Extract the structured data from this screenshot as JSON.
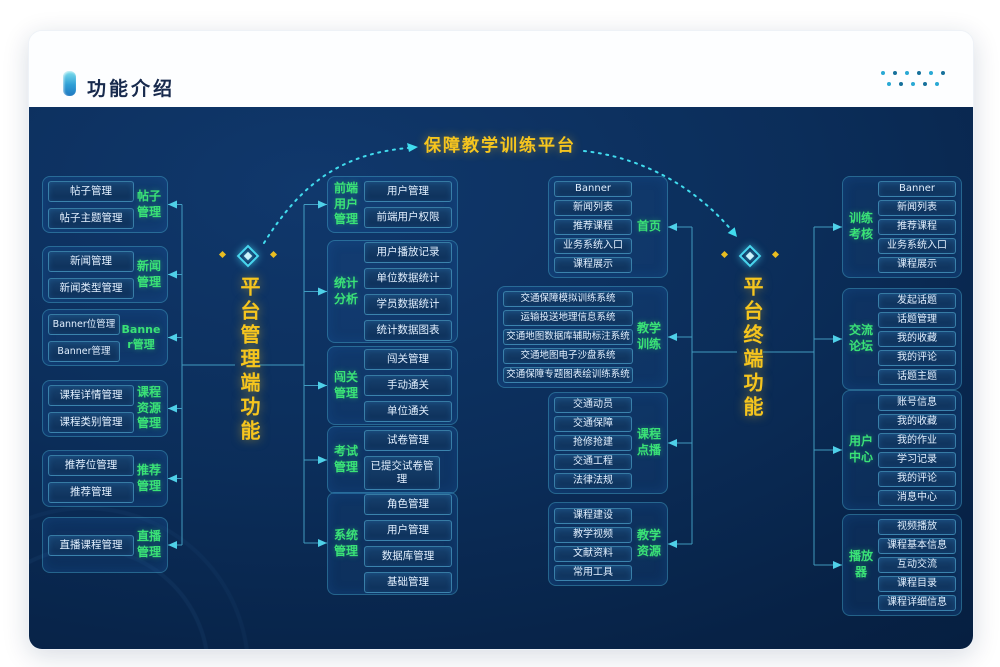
{
  "header": {
    "title": "功能介绍",
    "icon": "bookmark-icon"
  },
  "decor": {
    "dots_icon": "dots-grid"
  },
  "center_title": "保障教学训练平台",
  "left_branch": {
    "title": "平台管理端功能",
    "icon": "diamond-icon"
  },
  "right_branch": {
    "title": "平台终端功能",
    "icon": "diamond-icon"
  },
  "col1": [
    {
      "label": "帖子管理",
      "items": [
        "帖子管理",
        "帖子主题管理"
      ]
    },
    {
      "label": "新闻管理",
      "items": [
        "新闻管理",
        "新闻类型管理"
      ]
    },
    {
      "label": "Banner管理",
      "items": [
        "Banner位管理",
        "Banner管理"
      ]
    },
    {
      "label": "课程资源管理",
      "items": [
        "课程详情管理",
        "课程类别管理"
      ]
    },
    {
      "label": "推荐管理",
      "items": [
        "推荐位管理",
        "推荐管理"
      ]
    },
    {
      "label": "直播管理",
      "items": [
        "直播课程管理"
      ]
    }
  ],
  "col2": [
    {
      "label": "前端用户管理",
      "items": [
        "用户管理",
        "前端用户权限"
      ]
    },
    {
      "label": "统计分析",
      "items": [
        "用户播放记录",
        "单位数据统计",
        "学员数据统计",
        "统计数据图表"
      ]
    },
    {
      "label": "闯关管理",
      "items": [
        "闯关管理",
        "手动通关",
        "单位通关"
      ]
    },
    {
      "label": "考试管理",
      "items": [
        "试卷管理",
        "已提交试卷管理"
      ]
    },
    {
      "label": "系统管理",
      "items": [
        "角色管理",
        "用户管理",
        "数据库管理",
        "基础管理"
      ]
    }
  ],
  "col3": [
    {
      "label": "首页",
      "items": [
        "Banner",
        "新闻列表",
        "推荐课程",
        "业务系统入口",
        "课程展示"
      ]
    },
    {
      "label": "教学训练",
      "items": [
        "交通保障模拟训练系统",
        "运输投送地理信息系统",
        "交通地图数据库辅助标注系统",
        "交通地图电子沙盘系统",
        "交通保障专题图表绘训练系统"
      ]
    },
    {
      "label": "课程点播",
      "items": [
        "交通动员",
        "交通保障",
        "抢修抢建",
        "交通工程",
        "法律法规"
      ]
    },
    {
      "label": "教学资源",
      "items": [
        "课程建设",
        "教学视频",
        "文献资料",
        "常用工具"
      ]
    }
  ],
  "col4": [
    {
      "label": "训练考核",
      "items": [
        "Banner",
        "新闻列表",
        "推荐课程",
        "业务系统入口",
        "课程展示"
      ]
    },
    {
      "label": "交流论坛",
      "items": [
        "发起话题",
        "话题管理",
        "我的收藏",
        "我的评论",
        "话题主题"
      ]
    },
    {
      "label": "用户中心",
      "items": [
        "账号信息",
        "我的收藏",
        "我的作业",
        "学习记录",
        "我的评论",
        "消息中心"
      ]
    },
    {
      "label": "播放器",
      "items": [
        "视频播放",
        "课程基本信息",
        "互动交流",
        "课程目录",
        "课程详细信息"
      ]
    }
  ],
  "colors": {
    "accent_yellow": "#f6c51e",
    "accent_green": "#3ae277",
    "line_cyan": "#4fb6d8",
    "dotted_cyan": "#41dcee",
    "bg_deep": "#0b2b56"
  }
}
